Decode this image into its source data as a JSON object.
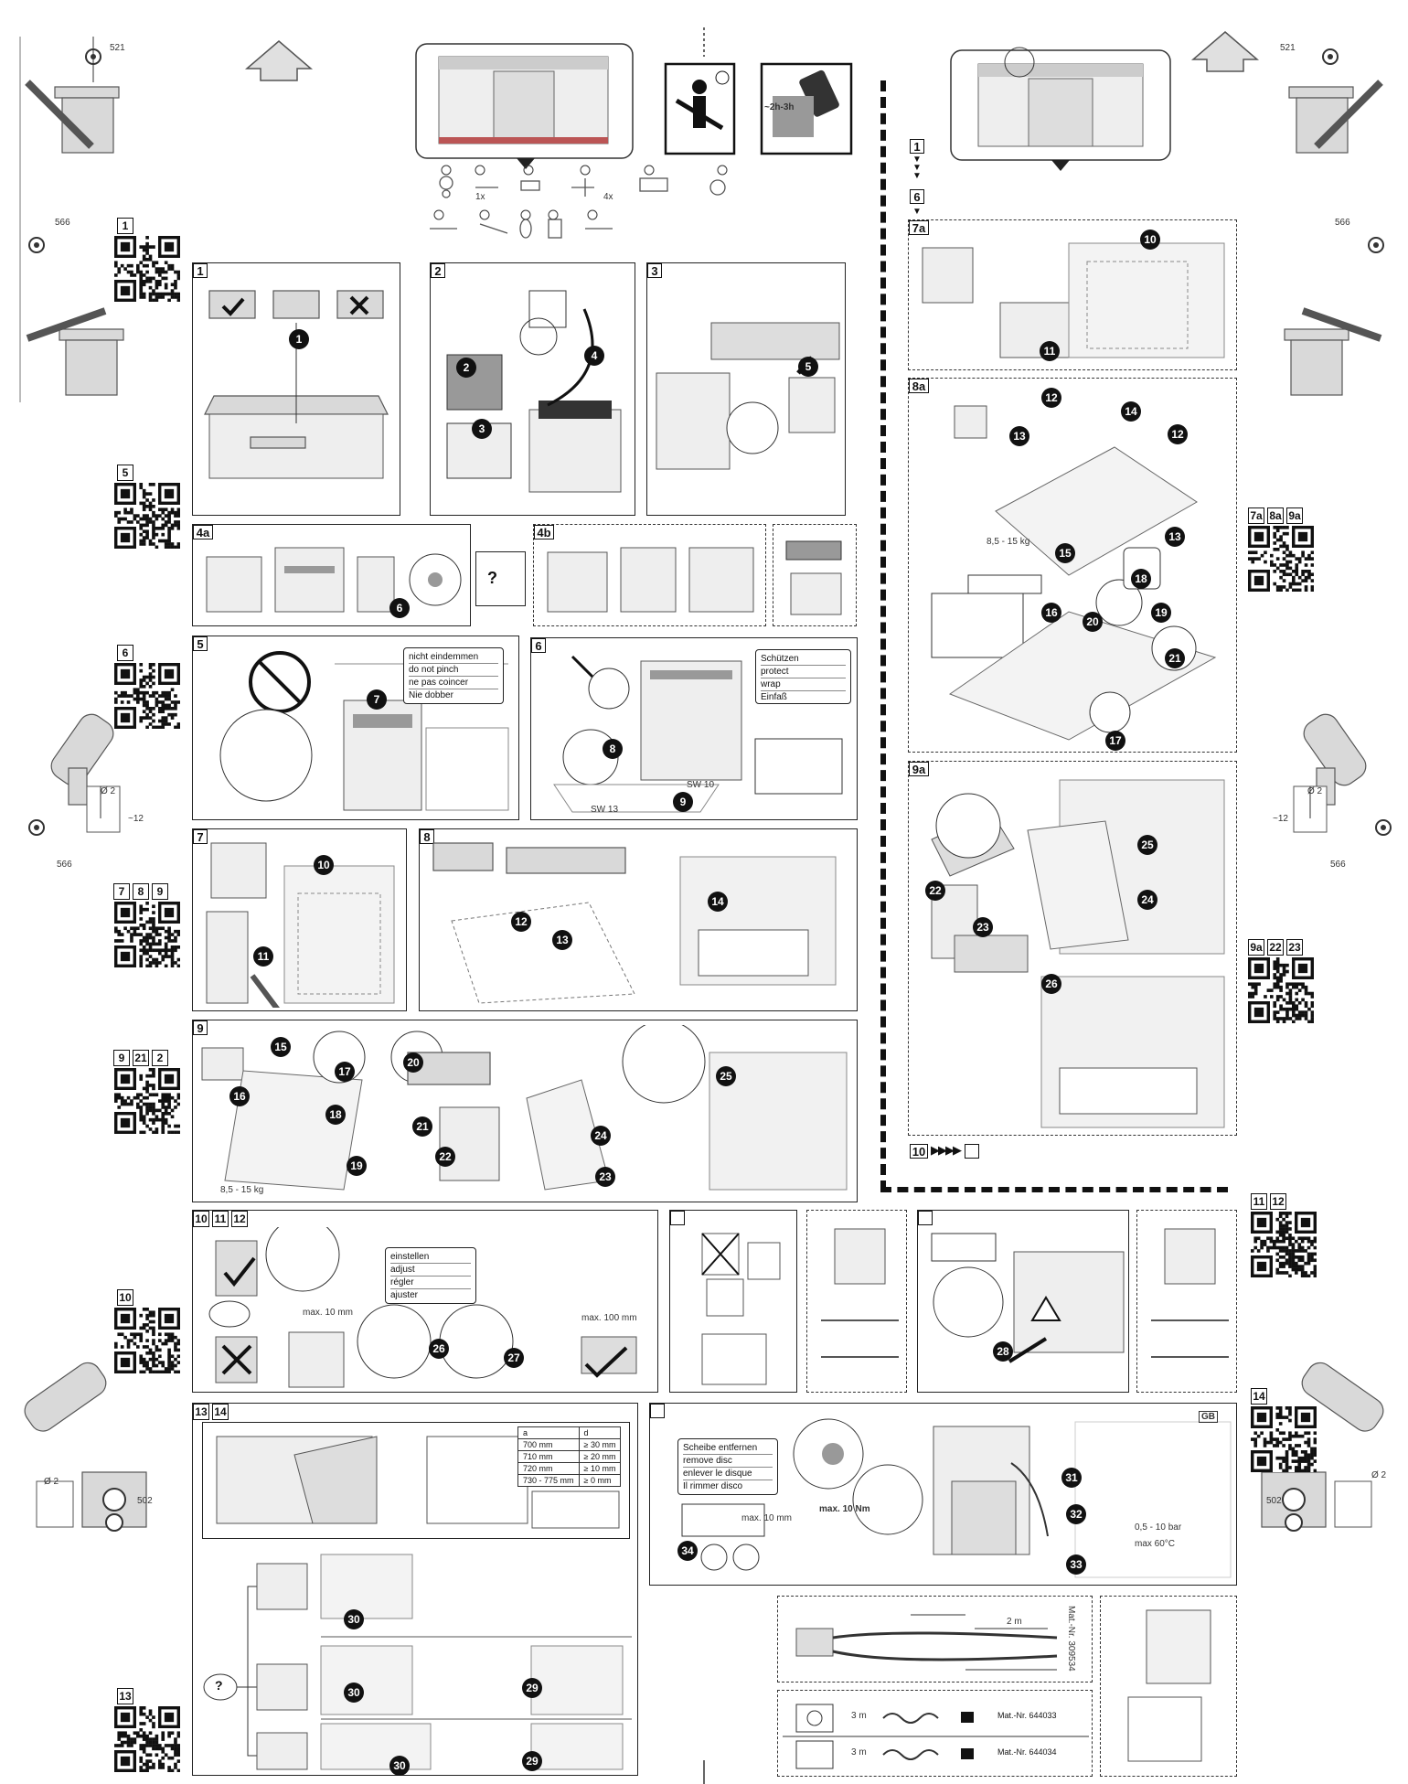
{
  "edge_dims": {
    "top_left": "521",
    "top_right": "521",
    "left_middle": "566",
    "right_middle": "566",
    "drill_left": "566",
    "drill_right": "566",
    "bottom_left": "502",
    "bottom_right": "502",
    "drill_diameter": "Ø 2",
    "drill_depth": "~12"
  },
  "header": {
    "time_label": "~2h-3h",
    "parts_count_1": "1x",
    "parts_count_2": "4x"
  },
  "qr_labels": {
    "q1": [
      "1"
    ],
    "q5": [
      "5"
    ],
    "q6": [
      "6"
    ],
    "q789": [
      "7",
      "8",
      "9"
    ],
    "q9": [
      "9",
      "21",
      "2"
    ],
    "q10": [
      "10"
    ],
    "q13": [
      "13"
    ],
    "q7a": [
      "7a",
      "8a",
      "9a"
    ],
    "q9a": [
      "9a",
      "22",
      "23"
    ],
    "q11": [
      "11",
      "12"
    ],
    "q14": [
      "14"
    ]
  },
  "panels": {
    "p1": "1",
    "p2": "2",
    "p3": "3",
    "p4a": "4a",
    "p4b": "4b",
    "p5": "5",
    "p6": "6",
    "p7": "7",
    "p8": "8",
    "p9": "9",
    "p10": "10",
    "p10b": "11",
    "p10c": "12",
    "p13": "13",
    "p13b": "14",
    "p7a": "7a",
    "p8a": "8a",
    "p9a": "9a",
    "right_seq_1": "1",
    "right_seq_6": "6",
    "p10_ref": "10"
  },
  "texts": {
    "bend_warning": [
      "nicht eindemmen",
      "do not pinch",
      "ne pas coincer",
      "Nie dobber"
    ],
    "protect_warning": [
      "Schützen",
      "protect",
      "wrap",
      "Einfaß"
    ],
    "adjust_box": [
      "einstellen",
      "adjust",
      "régler",
      "ajuster"
    ],
    "remove_disc": [
      "Scheibe entfernen",
      "remove disc",
      "enlever le disque",
      "Il rimmer disco"
    ],
    "sw13": "SW 13",
    "sw10": "SW 10",
    "weight": "8,5 - 15 kg",
    "torque": "max. 10 Nm",
    "max10": "max. 10 mm",
    "spacing": "max. 100 mm",
    "pressure": "0,5 - 10 bar",
    "temp": "max 60°C",
    "length_2m": "2 m",
    "length_3m": "3 m",
    "mat1": "Mat.-Nr. 644033",
    "mat2": "Mat.-Nr. 644034",
    "mat_vert": "Mat.-Nr. 309534",
    "gb": "GB",
    "question": "?"
  },
  "dim_table": {
    "headers": [
      "a",
      "d"
    ],
    "rows": [
      [
        "700 mm",
        "≥ 30 mm"
      ],
      [
        "710 mm",
        "≥ 20 mm"
      ],
      [
        "720 mm",
        "≥ 10 mm"
      ],
      [
        "730 - 775 mm",
        "≥ 0 mm"
      ]
    ]
  },
  "badges": [
    "1",
    "2",
    "3",
    "4",
    "5",
    "6",
    "7",
    "8",
    "9",
    "10",
    "11",
    "12",
    "13",
    "14",
    "15",
    "16",
    "17",
    "18",
    "19",
    "20",
    "21",
    "22",
    "23",
    "24",
    "25",
    "26",
    "27",
    "28",
    "29",
    "30",
    "31",
    "32",
    "33",
    "34"
  ]
}
